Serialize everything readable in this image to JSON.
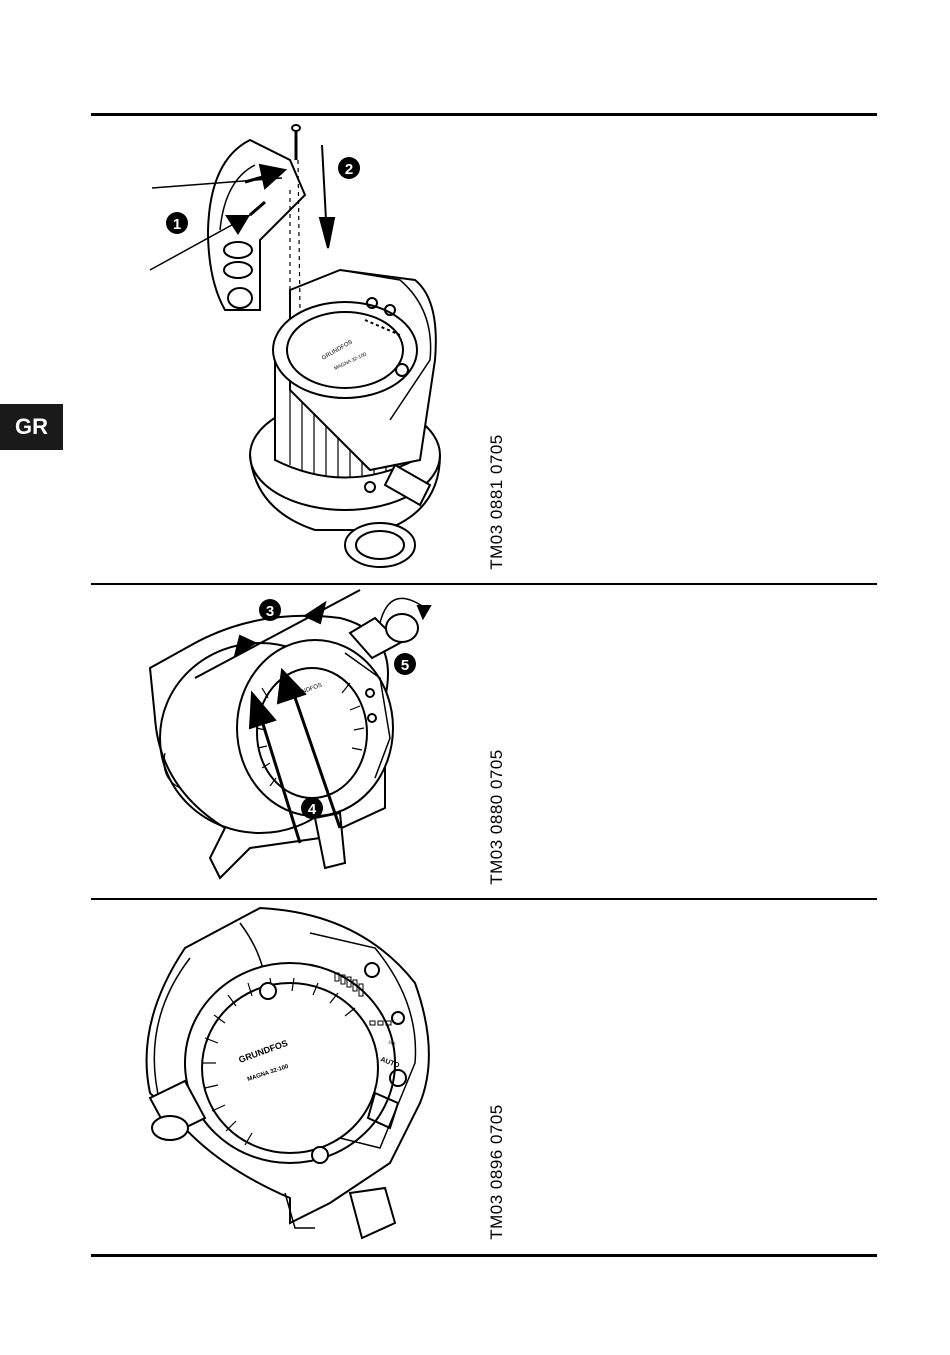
{
  "language_tab": "GR",
  "figures": [
    {
      "code": "TM03 0881 0705",
      "callouts": [
        "1",
        "2"
      ]
    },
    {
      "code": "TM03 0880 0705",
      "callouts": [
        "3",
        "4",
        "5"
      ]
    },
    {
      "code": "TM03 0896 0705"
    }
  ],
  "product": {
    "brand": "GRUNDFOS",
    "model": "MAGNA 32-100"
  },
  "panel": {
    "auto_label": "AUTO",
    "set_label": "SET"
  }
}
